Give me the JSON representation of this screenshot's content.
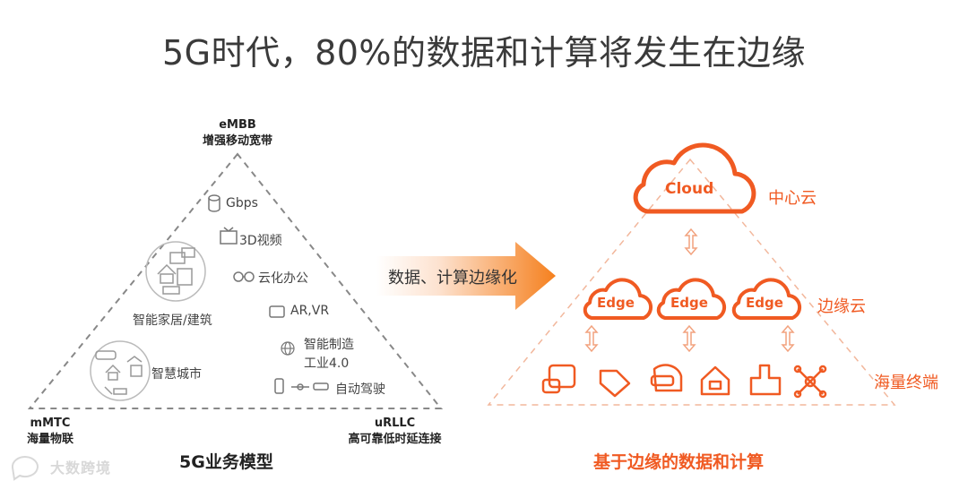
{
  "title": "5G时代，80%的数据和计算将发生在边缘",
  "left_diagram": {
    "top": {
      "line1": "eMBB",
      "line2": "增强移动宽带"
    },
    "bottom_left": {
      "line1": "mMTC",
      "line2": "海量物联"
    },
    "bottom_right": {
      "line1": "uRLLC",
      "line2": "高可靠低时延连接"
    },
    "features": {
      "gbps": "Gbps",
      "video": "3D视频",
      "office": "云化办公",
      "arvr": "AR,VR",
      "manufacturing_1": "智能制造",
      "manufacturing_2": "工业4.0",
      "driving": "自动驾驶",
      "smart_home": "智能家居/建筑",
      "smart_city": "智慧城市"
    },
    "caption": "5G业务模型"
  },
  "arrow": {
    "label": "数据、计算边缘化"
  },
  "right_diagram": {
    "cloud_label": "Cloud",
    "edge_label": "Edge",
    "center_cloud": "中心云",
    "edge_cloud": "边缘云",
    "terminals": "海量终端",
    "caption": "基于边缘的数据和计算",
    "accent_color": "#f05a22"
  },
  "watermark": "大数跨境"
}
